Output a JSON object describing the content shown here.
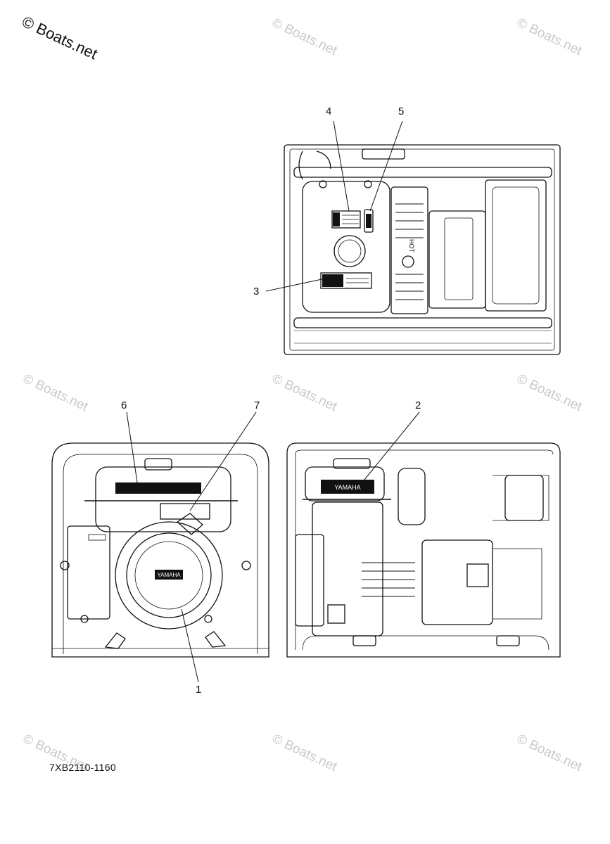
{
  "watermark": {
    "main": "© Boats.net",
    "repeat": "© Boats.net"
  },
  "callouts": [
    "1",
    "2",
    "3",
    "4",
    "5",
    "6",
    "7"
  ],
  "label_texts": {
    "yamaha_front": "YAMAHA",
    "yamaha_side": "YAMAHA",
    "hot": "HOT"
  },
  "part_code": "7XB2110-1160"
}
